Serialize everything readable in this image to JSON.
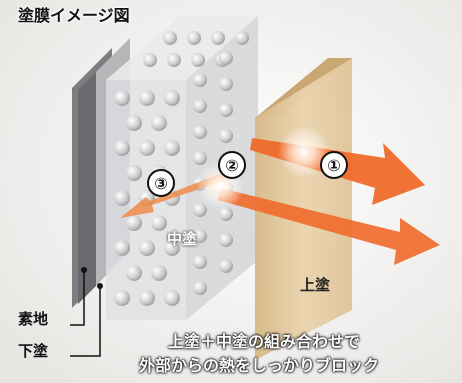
{
  "title": "塗膜イメージ図",
  "labels": {
    "middle_coat": "中塗",
    "top_coat": "上塗",
    "substrate": "素地",
    "undercoat": "下塗"
  },
  "markers": [
    "①",
    "②",
    "③"
  ],
  "caption": {
    "line1": "上塗＋中塗の組み合わせで",
    "line2": "外部からの熱をしっかりブロック"
  },
  "colors": {
    "heat_arrow": "#f06a2a",
    "top_coat_panel": "#e3c9a0",
    "substrate": "#6c6e70",
    "undercoat": "#a8aaac"
  }
}
